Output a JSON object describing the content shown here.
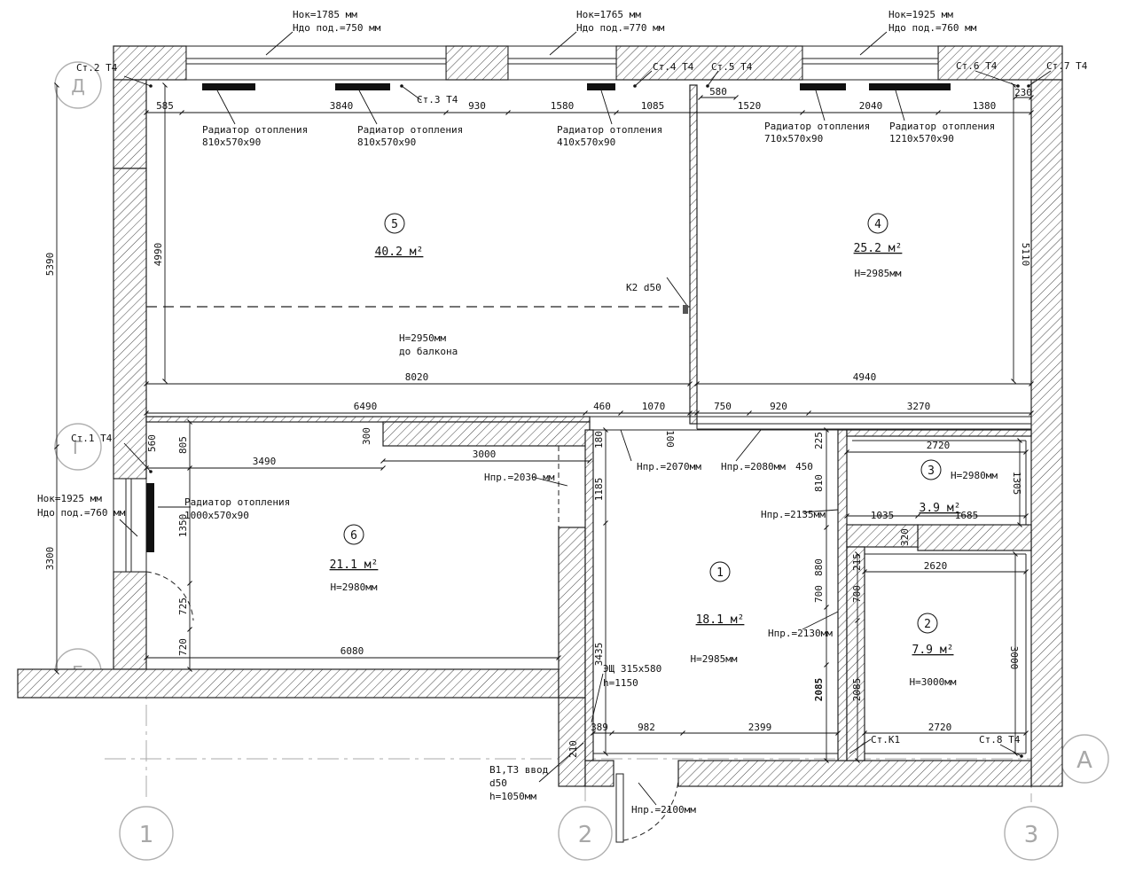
{
  "window_specs": {
    "w1": [
      "Hок=1785 мм",
      "Hдо под.=750 мм"
    ],
    "w2": [
      "Hок=1765 мм",
      "Hдо под.=770 мм"
    ],
    "w3": [
      "Hок=1925 мм",
      "Hдо под.=760 мм"
    ],
    "w4": [
      "Hок=1925 мм",
      "Hдо под.=760 мм"
    ]
  },
  "risers": {
    "st1": "Ст.1 Т4",
    "st2": "Ст.2 Т4",
    "st3": "Ст.3 Т4",
    "st4": "Ст.4 Т4",
    "st5": "Ст.5 Т4",
    "st6": "Ст.6 Т4",
    "st7": "Ст.7 Т4",
    "st8": "Ст.8 Т4",
    "stk1": "Ст.К1"
  },
  "radiators": {
    "r1": [
      "Радиатор отопления",
      "810х570х90"
    ],
    "r2": [
      "Радиатор отопления",
      "810х570х90"
    ],
    "r3": [
      "Радиатор отопления",
      "410х570х90"
    ],
    "r4": [
      "Радиатор отопления",
      "710х570х90"
    ],
    "r5": [
      "Радиатор отопления",
      "1210х570х90"
    ],
    "r6": [
      "Радиатор отопления",
      "1000х570х90"
    ]
  },
  "rooms": [
    {
      "num": "5",
      "area": "40.2 м²",
      "height": "H=2950мм",
      "note": "до балкона"
    },
    {
      "num": "4",
      "area": "25.2 м²",
      "height": "H=2985мм"
    },
    {
      "num": "6",
      "area": "21.1 м²",
      "height": "H=2980мм"
    },
    {
      "num": "1",
      "area": "18.1 м²",
      "height": "H=2985мм"
    },
    {
      "num": "3",
      "area": "3.9 м²",
      "height": "H=2980мм"
    },
    {
      "num": "2",
      "area": "7.9 м²",
      "height": "H=3000мм"
    }
  ],
  "door_heights": {
    "d1": "Hпр.=2070мм",
    "d2": "Hпр.=2080мм",
    "d3": "Hпр.=2030 мм",
    "d4": "Hпр.=2135мм",
    "d5": "Hпр.=2130мм",
    "d6": "Hпр.=2100мм"
  },
  "misc": {
    "k2": "К2 d50",
    "panel": [
      "ЭЩ 315х580",
      "h=1150"
    ],
    "inlet": [
      "В1,Т3 ввод",
      "d50",
      "h=1050мм"
    ]
  },
  "axes": {
    "v1": "1",
    "v2": "2",
    "v3": "3",
    "hA": "А",
    "hB": "Б",
    "hG": "Г",
    "hD": "Д"
  },
  "dims": {
    "t585": "585",
    "t3840": "3840",
    "t930": "930",
    "t1580": "1580",
    "t1085": "1085",
    "t580": "580",
    "t1520": "1520",
    "t2040": "2040",
    "t1380": "1380",
    "t230": "230",
    "v5390": "5390",
    "v4990": "4990",
    "v5110": "5110",
    "v3300": "3300",
    "h8020": "8020",
    "h4940": "4940",
    "h6490": "6490",
    "h460": "460",
    "h1070": "1070",
    "h750": "750",
    "h920": "920",
    "h3270": "3270",
    "v560": "560",
    "v805": "805",
    "v300": "300",
    "h3490": "3490",
    "h3000": "3000",
    "v180": "180",
    "v100": "100",
    "v225": "225",
    "v1185": "1185",
    "h450": "450",
    "h2720a": "2720",
    "v1305": "1305",
    "v810": "810",
    "h1035": "1035",
    "h1685": "1685",
    "v320": "320",
    "v880": "880",
    "v215": "215",
    "h2620": "2620",
    "v1350": "1350",
    "v725": "725",
    "v720": "720",
    "h6080": "6080",
    "v700a": "700",
    "v700b": "700",
    "v3435": "3435",
    "v3000": "3000",
    "v2085a": "2085",
    "v2085b": "2085",
    "h389": "389",
    "h982": "982",
    "h2399": "2399",
    "h2720b": "2720",
    "v210": "210"
  }
}
